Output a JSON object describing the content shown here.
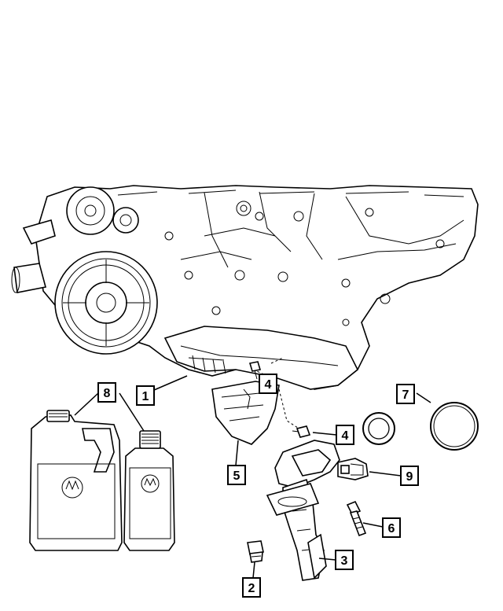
{
  "callouts": [
    {
      "id": "1",
      "label": "1"
    },
    {
      "id": "2",
      "label": "2"
    },
    {
      "id": "3",
      "label": "3"
    },
    {
      "id": "4a",
      "label": "4"
    },
    {
      "id": "4b",
      "label": "4"
    },
    {
      "id": "5",
      "label": "5"
    },
    {
      "id": "6",
      "label": "6"
    },
    {
      "id": "7",
      "label": "7"
    },
    {
      "id": "8",
      "label": "8"
    },
    {
      "id": "9",
      "label": "9"
    }
  ]
}
